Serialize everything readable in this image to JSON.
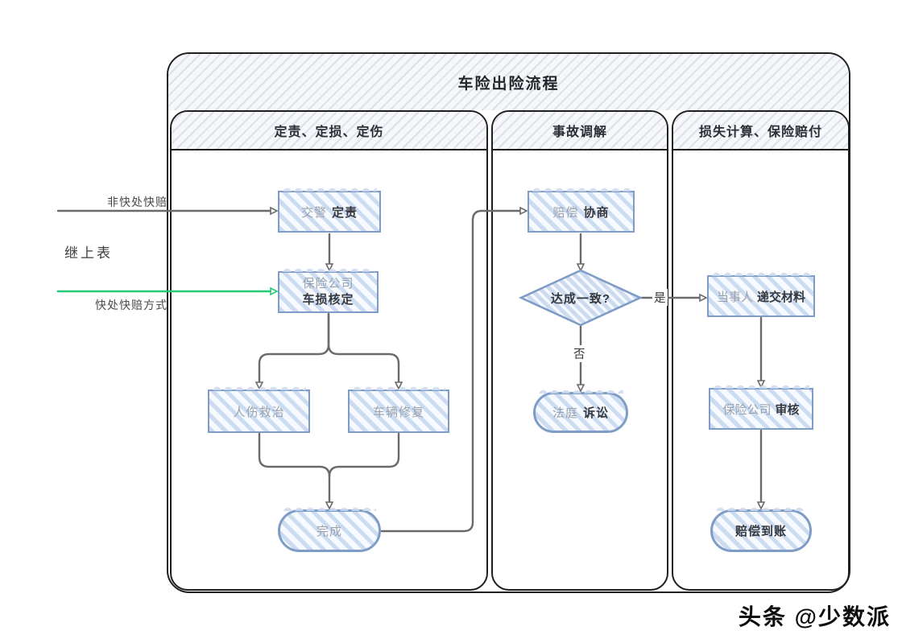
{
  "title": "车险出险流程",
  "lanes": [
    {
      "header": "定责、定损、定伤"
    },
    {
      "header": "事故调解"
    },
    {
      "header": "损失计算、保险赔付"
    }
  ],
  "nodes": {
    "traffic_police": {
      "light": "交警",
      "bold": "定责"
    },
    "damage_assess": {
      "light": "保险公司",
      "bold": "车损核定"
    },
    "injury_treatment": {
      "label": "人伤救治"
    },
    "vehicle_repair": {
      "label": "车辆修复"
    },
    "done": {
      "label": "完成"
    },
    "negotiation": {
      "light": "赔偿",
      "bold": "协商"
    },
    "agreement": {
      "label": "达成一致?"
    },
    "lawsuit": {
      "light": "法庭",
      "bold": "诉讼"
    },
    "submit_materials": {
      "light": "当事人",
      "bold": "递交材料"
    },
    "insurer_review": {
      "light": "保险公司",
      "bold": "审核"
    },
    "payment_received": {
      "label": "赔偿到账"
    }
  },
  "edge_labels": {
    "yes": "是",
    "no": "否"
  },
  "annotations": {
    "non_fast_claim": "非快处快赔",
    "continued": "继上表",
    "fast_claim": "快处快赔方式"
  },
  "watermark": "头条 @少数派",
  "colors": {
    "line_gray": "#6a6a6a",
    "green": "#27ca74",
    "node_border": "#7e9cc5",
    "hatch_blue": "#ccdbf0",
    "text_dark": "#35393f",
    "text_light": "#9aa2ac",
    "frame_black": "#1f1f1f"
  }
}
